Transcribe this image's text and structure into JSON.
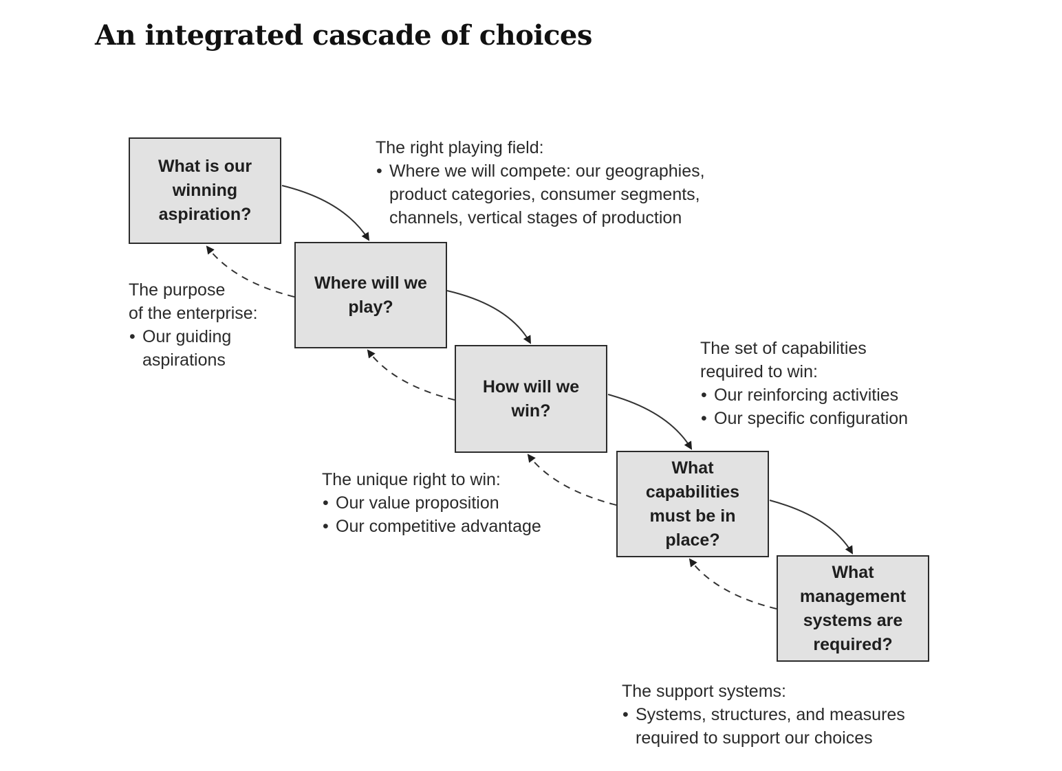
{
  "title": "An integrated cascade of choices",
  "colors": {
    "box_fill": "#e2e2e2",
    "box_border": "#2b2b2b",
    "line": "#333333"
  },
  "boxes": [
    {
      "id": "aspiration",
      "text": "What is our winning aspiration?"
    },
    {
      "id": "where",
      "text": "Where will we play?"
    },
    {
      "id": "how",
      "text": "How will we win?"
    },
    {
      "id": "capabilities",
      "text": "What capabilities must be in place?"
    },
    {
      "id": "systems",
      "text": "What management systems are required?"
    }
  ],
  "notes": {
    "playing_field": {
      "heading": "The right playing field:",
      "bullets": [
        "Where we will compete: our geographies,\nproduct categories, consumer segments,\nchannels, vertical stages of production"
      ]
    },
    "purpose": {
      "heading": "The purpose\nof the enterprise:",
      "bullets": [
        "Our guiding\naspirations"
      ]
    },
    "capability_set": {
      "heading": "The set of capabilities\nrequired to win:",
      "bullets": [
        "Our reinforcing activities",
        "Our specific configuration"
      ]
    },
    "right_to_win": {
      "heading": "The unique right to win:",
      "bullets": [
        "Our value proposition",
        "Our competitive advantage"
      ]
    },
    "support_systems": {
      "heading": "The support systems:",
      "bullets": [
        "Systems, structures, and measures\nrequired to support our choices"
      ]
    }
  },
  "connectors": {
    "forward": "solid arrow to next choice",
    "feedback": "dashed arrow to previous choice"
  }
}
